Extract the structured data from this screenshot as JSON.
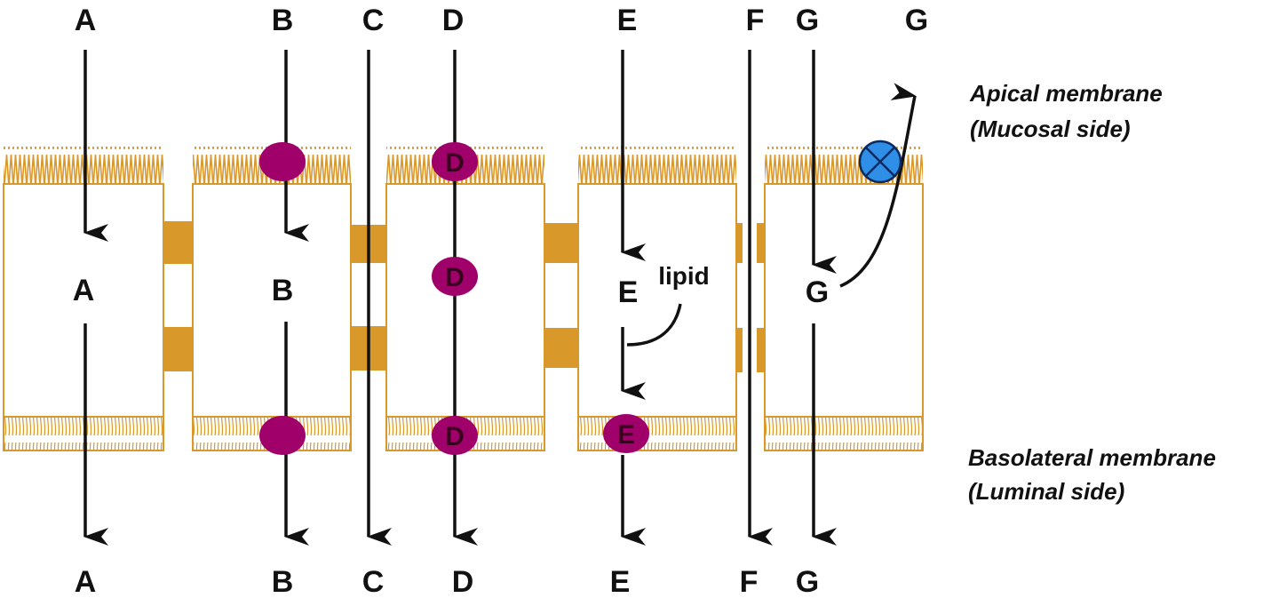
{
  "labels": {
    "A": "A",
    "B": "B",
    "C": "C",
    "D": "D",
    "E": "E",
    "F": "F",
    "G": "G"
  },
  "membranes": {
    "apical_line1": "Apical membrane",
    "apical_line2": "(Mucosal side)",
    "basolateral_line1": "Basolateral membrane",
    "basolateral_line2": "(Luminal side)"
  },
  "annotations": {
    "lipid": "lipid"
  },
  "colors": {
    "membrane": "#d9982a",
    "carrier": "#a0006a",
    "pump": "#2f8fe6",
    "arrow": "#111111"
  }
}
